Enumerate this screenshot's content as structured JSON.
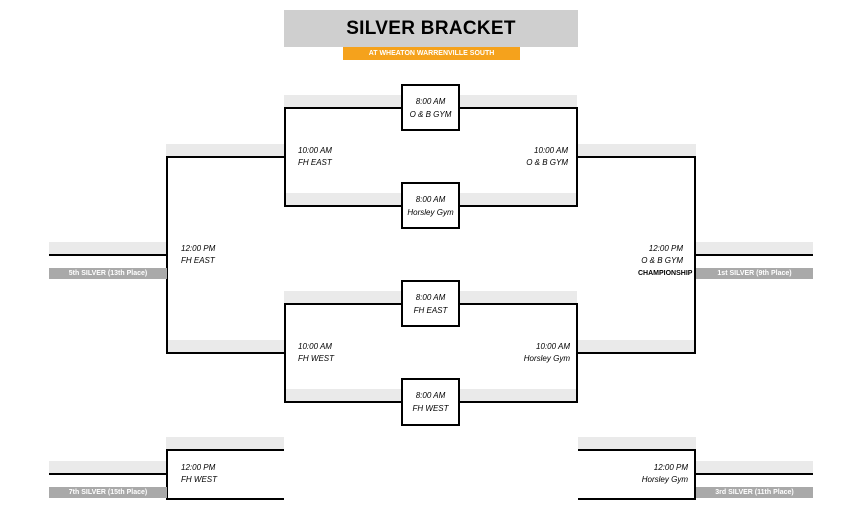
{
  "title": "SILVER BRACKET",
  "subtitle": "AT WHEATON WARRENVILLE SOUTH",
  "games": {
    "g1": {
      "time": "8:00 AM",
      "venue": "O & B GYM"
    },
    "g2": {
      "time": "8:00 AM",
      "venue": "Horsley Gym"
    },
    "g3": {
      "time": "8:00 AM",
      "venue": "FH EAST"
    },
    "g4": {
      "time": "8:00 AM",
      "venue": "FH WEST"
    },
    "q1": {
      "time": "10:00 AM",
      "venue": "FH EAST"
    },
    "q2": {
      "time": "10:00 AM",
      "venue": "O & B GYM"
    },
    "q3": {
      "time": "10:00 AM",
      "venue": "FH WEST"
    },
    "q4": {
      "time": "10:00 AM",
      "venue": "Horsley Gym"
    },
    "s_left": {
      "time": "12:00 PM",
      "venue": "FH EAST"
    },
    "final": {
      "time": "12:00 PM",
      "venue": "O & B GYM",
      "note": "CHAMPIONSHIP"
    },
    "c_left": {
      "time": "12:00 PM",
      "venue": "FH WEST"
    },
    "c_right": {
      "time": "12:00 PM",
      "venue": "Horsley Gym"
    }
  },
  "places": {
    "left_top": "5th SILVER (13th Place)",
    "right_top": "1st SILVER (9th Place)",
    "left_bottom": "7th SILVER (15th Place)",
    "right_bottom": "3rd SILVER (11th Place)"
  }
}
